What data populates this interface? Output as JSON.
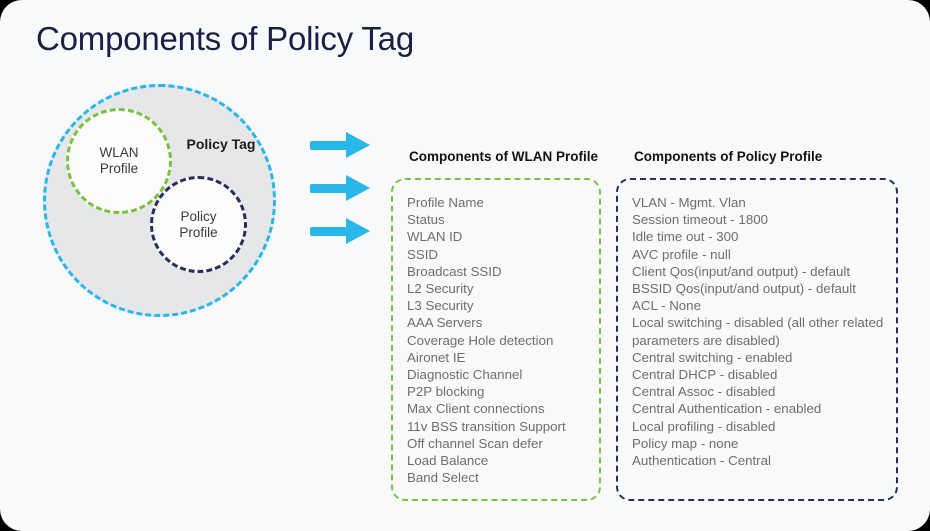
{
  "page": {
    "title": "Components of Policy Tag",
    "background_color": "#f8f9fa",
    "title_color": "#1d1e44"
  },
  "venn": {
    "outer": {
      "label": "Policy Tag",
      "border_color": "#29b6e8",
      "fill_color": "#e6e7e8"
    },
    "wlan_circle": {
      "label_line1": "WLAN",
      "label_line2": "Profile",
      "border_color": "#7ac143",
      "fill_color": "#fcfcfc"
    },
    "policy_circle": {
      "label_line1": "Policy",
      "label_line2": "Profile",
      "border_color": "#2b2d5f",
      "fill_color": "#fcfcfc"
    }
  },
  "arrows": {
    "count": 3,
    "color": "#29b6e8",
    "direction": "right"
  },
  "columns": {
    "wlan": {
      "header": "Components of WLAN Profile",
      "border_color": "#7ac143",
      "items": [
        "Profile Name",
        "Status",
        "WLAN ID",
        "SSID",
        "Broadcast SSID",
        "L2 Security",
        "L3 Security",
        "AAA Servers",
        "Coverage Hole detection",
        "Aironet IE",
        "Diagnostic Channel",
        "P2P blocking",
        "Max Client connections",
        "11v BSS transition Support",
        "Off channel Scan defer",
        "Load Balance",
        "Band Select"
      ]
    },
    "policy": {
      "header": "Components of Policy Profile",
      "border_color": "#2b2d5f",
      "items": [
        "VLAN - Mgmt. Vlan",
        "Session timeout - 1800",
        "Idle time out - 300",
        "AVC profile - null",
        "Client Qos(input/and output) - default",
        "BSSID Qos(input/and output) - default",
        "ACL - None",
        "Local switching - disabled (all other related parameters are disabled)",
        "Central switching - enabled",
        "Central DHCP - disabled",
        "Central Assoc - disabled",
        "Central Authentication - enabled",
        "Local profiling - disabled",
        "Policy map - none",
        "Authentication - Central"
      ]
    }
  }
}
